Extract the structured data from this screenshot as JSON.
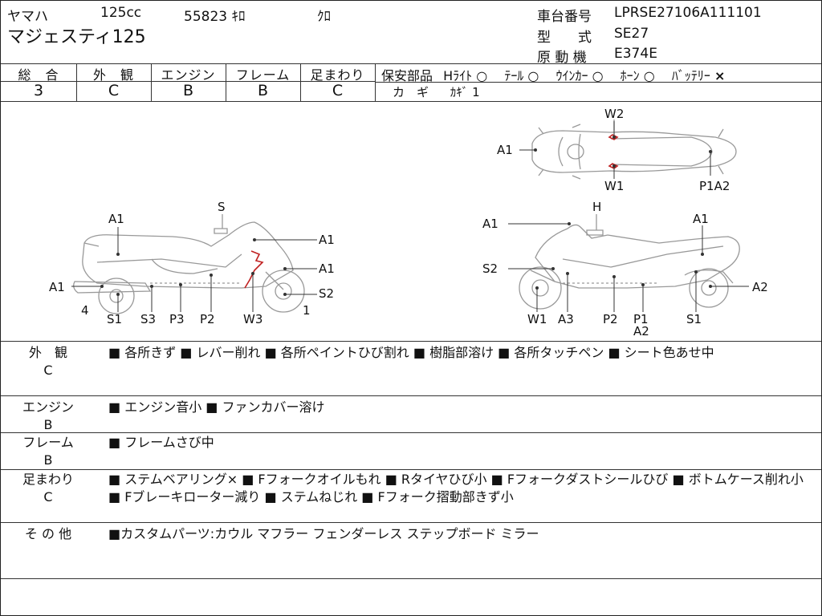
{
  "header": {
    "maker": "ヤマハ",
    "cc": "125cc",
    "mileage": "55823 ｷﾛ",
    "color": "ｸﾛ",
    "model_name": "マジェスティ125",
    "frame_no_label": "車台番号",
    "frame_no": "LPRSE27106A111101",
    "type_label": "型　　式",
    "type_value": "SE27",
    "engine_label": "原 動 機",
    "engine_value": "E374E"
  },
  "grades": {
    "total": {
      "label": "総　合",
      "value": "3"
    },
    "exterior": {
      "label": "外　観",
      "value": "C"
    },
    "engine": {
      "label": "エンジン",
      "value": "B"
    },
    "frame": {
      "label": "フレーム",
      "value": "B"
    },
    "suspension": {
      "label": "足まわり",
      "value": "C"
    }
  },
  "safety": {
    "label": "保安部品",
    "items": [
      {
        "name": "Hﾗｲﾄ",
        "mark": "○"
      },
      {
        "name": "ﾃｰﾙ",
        "mark": "○"
      },
      {
        "name": "ｳｲﾝｶｰ",
        "mark": "○"
      },
      {
        "name": "ﾎｰﾝ",
        "mark": "○"
      },
      {
        "name": "ﾊﾞｯﾃﾘｰ",
        "mark": "×"
      }
    ],
    "key_label": "カ　ギ",
    "key_value": "ｶｷﾞ 1"
  },
  "diagram": {
    "top_labels": [
      "W2",
      "A1",
      "W1",
      "P1A2"
    ],
    "left_labels": [
      "S",
      "A1",
      "A1",
      "A1",
      "A1",
      "S2",
      "4",
      "1",
      "S1",
      "S3",
      "P3",
      "P2",
      "W3"
    ],
    "right_labels": [
      "H",
      "A1",
      "A1",
      "S2",
      "A2",
      "W1",
      "A3",
      "P2",
      "P1",
      "A2",
      "S1"
    ]
  },
  "sections": [
    {
      "label": "外　観",
      "grade": "C",
      "text": "■ 各所きず ■ レバー削れ ■ 各所ペイントひび割れ ■ 樹脂部溶け ■ 各所タッチペン ■ シート色あせ中"
    },
    {
      "label": "エンジン",
      "grade": "B",
      "text": "■ エンジン音小 ■ ファンカバー溶け"
    },
    {
      "label": "フレーム",
      "grade": "B",
      "text": "■ フレームさび中"
    },
    {
      "label": "足まわり",
      "grade": "C",
      "text": "■ ステムベアリング× ■ Fフォークオイルもれ ■ Rタイヤひび小 ■ Fフォークダストシールひび ■ ボトムケース削れ小 ■ Fブレーキローター減り ■ ステムねじれ ■ Fフォーク摺動部きず小"
    },
    {
      "label": "そ の 他",
      "grade": "",
      "text": "■カスタムパーツ:カウル マフラー フェンダーレス ステップボード ミラー"
    }
  ]
}
